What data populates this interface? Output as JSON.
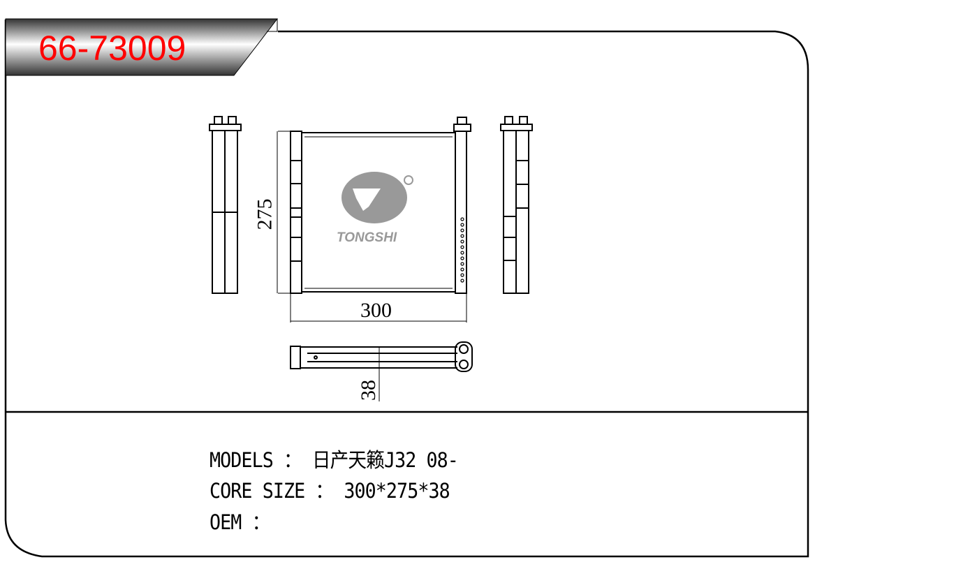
{
  "part_number": "66-73009",
  "drawing": {
    "height_label": "275",
    "width_label": "300",
    "depth_label": "38",
    "logo_text": "TONGSHI",
    "logo_mark": "®"
  },
  "specs": {
    "models_label": "MODELS ： ",
    "models_value": "日产天籁J32 08-",
    "core_size_label": "CORE SIZE ： ",
    "core_size_value": "300*275*38",
    "oem_label": "OEM ：",
    "oem_value": ""
  },
  "colors": {
    "part_number": "#ff0000",
    "logo": "#999999"
  }
}
